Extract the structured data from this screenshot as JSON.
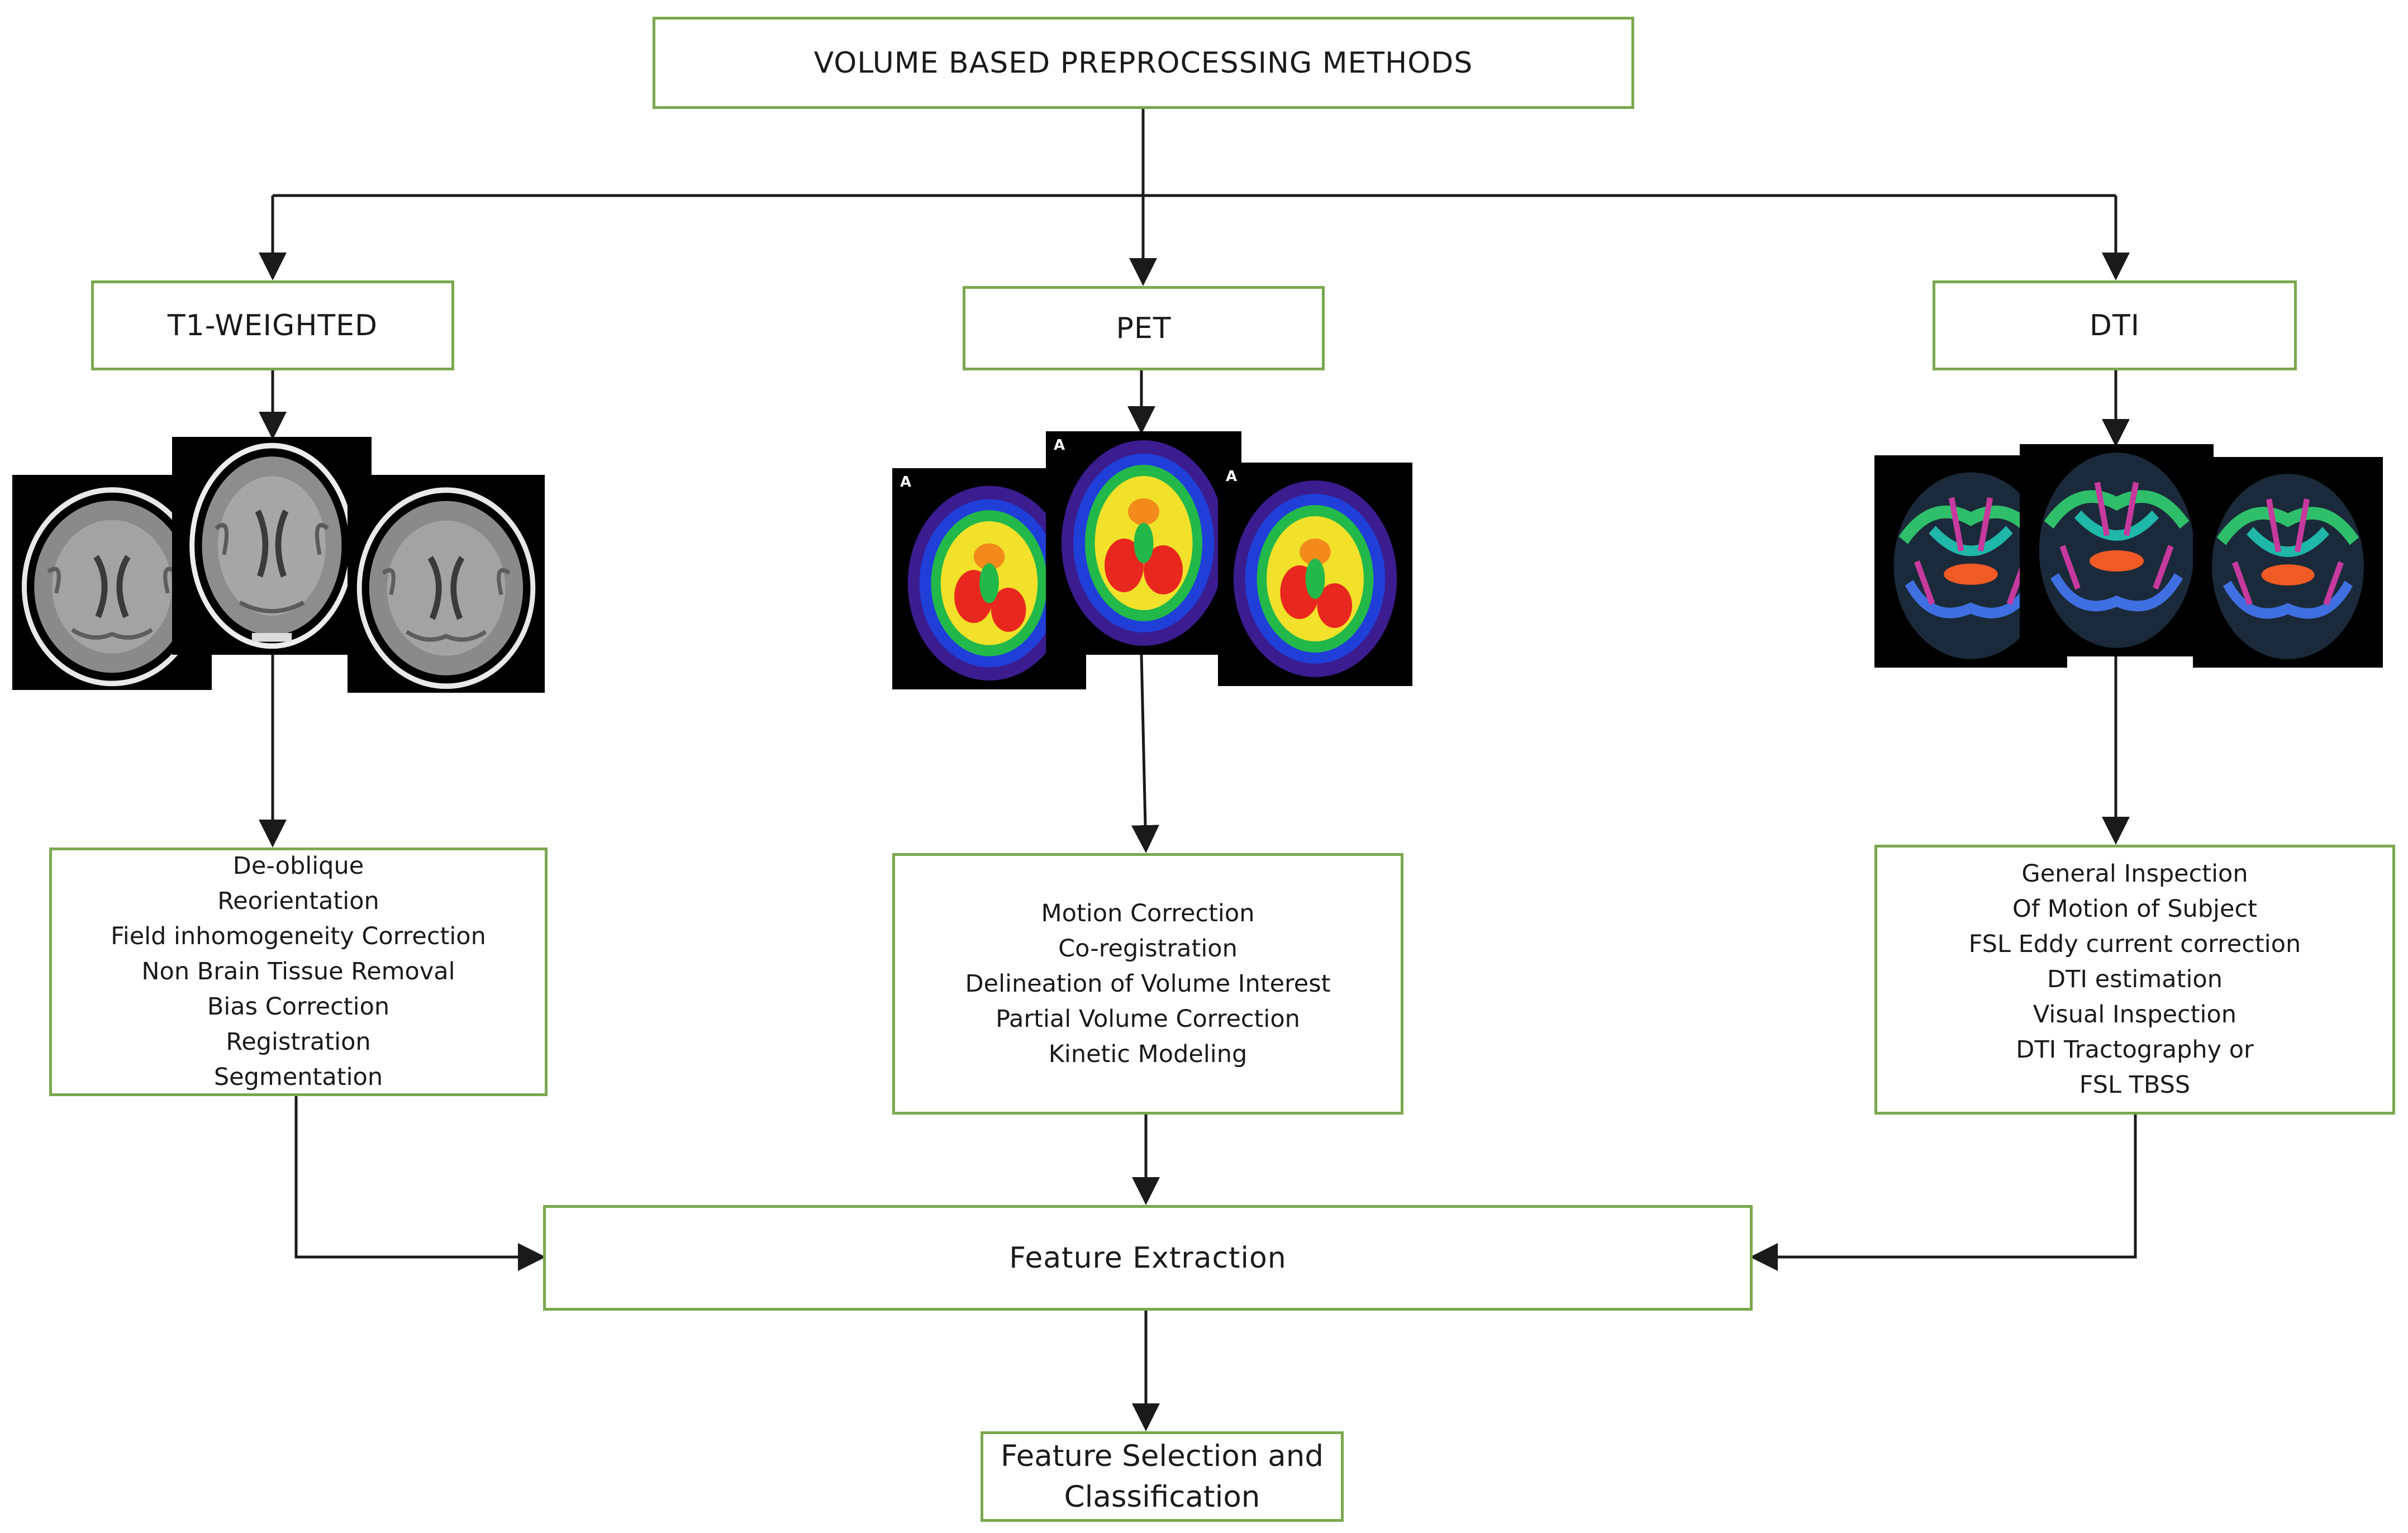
{
  "title": "VOLUME BASED PREPROCESSING METHODS",
  "modalities": {
    "t1": {
      "label": "T1-WEIGHTED",
      "image": "t1-weighted-mri-axial-slices",
      "steps": [
        "De-oblique",
        "Reorientation",
        "Field inhomogeneity Correction",
        "Non Brain Tissue Removal",
        "Bias Correction",
        "Registration",
        "Segmentation"
      ]
    },
    "pet": {
      "label": "PET",
      "image": "pet-axial-slices",
      "corner_label": "A",
      "steps": [
        "Motion Correction",
        "Co-registration",
        "Delineation of Volume Interest",
        "Partial Volume Correction",
        "Kinetic Modeling"
      ]
    },
    "dti": {
      "label": "DTI",
      "image": "dti-color-fa-axial-slices",
      "steps": [
        "General Inspection",
        "Of Motion of Subject",
        "FSL Eddy current correction",
        "DTI estimation",
        "Visual Inspection",
        "DTI Tractography or",
        "FSL TBSS"
      ]
    }
  },
  "feature_extraction": "Feature Extraction",
  "final": {
    "line1": "Feature Selection and",
    "line2": "Classification"
  },
  "colors": {
    "box_border": "#7aa84e",
    "connector": "#1a1a1a",
    "background": "#ffffff"
  }
}
